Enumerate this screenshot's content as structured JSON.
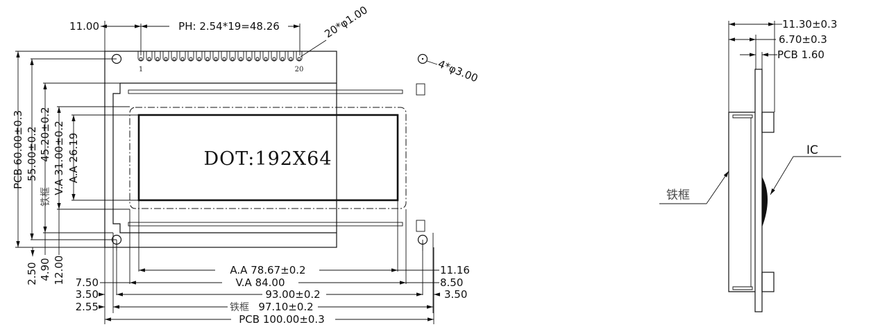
{
  "front_view": {
    "display_label": "DOT:192X64",
    "pin_labels": {
      "first": "1",
      "last": "20"
    },
    "top_dims": {
      "left_offset": "11.00",
      "pitch": "PH: 2.54*19=48.26",
      "pin_holes": "20*φ1.00",
      "mount_holes": "4*φ3.00"
    },
    "left_dims": {
      "pcb_height": "PCB 60.00±0.3",
      "hole_pitch_v": "55.00±0.2",
      "frame_height_label": "铁框",
      "frame_height": "45.20±0.2",
      "va_height": "V.A 31.00±0.2",
      "aa_height": "A.A 26.19",
      "offset_1": "2.50",
      "offset_2": "4.90",
      "offset_3": "12.00"
    },
    "bottom_dims": {
      "aa_width": "A.A 78.67±0.2",
      "va_width": "V.A 84.00",
      "hole_pitch_h": "93.00±0.2",
      "frame_width_label": "铁框",
      "frame_width": "97.10±0.2",
      "pcb_width": "PCB 100.00±0.3",
      "left_7_50": "7.50",
      "left_3_50": "3.50",
      "left_2_55": "2.55",
      "right_11_16": "11.16",
      "right_8_50": "8.50",
      "right_3_50": "3.50"
    }
  },
  "side_view": {
    "total_thickness": "11.30±0.3",
    "module_thickness": "6.70±0.3",
    "pcb_thickness": "PCB 1.60",
    "frame_label": "铁框",
    "ic_label": "IC"
  }
}
